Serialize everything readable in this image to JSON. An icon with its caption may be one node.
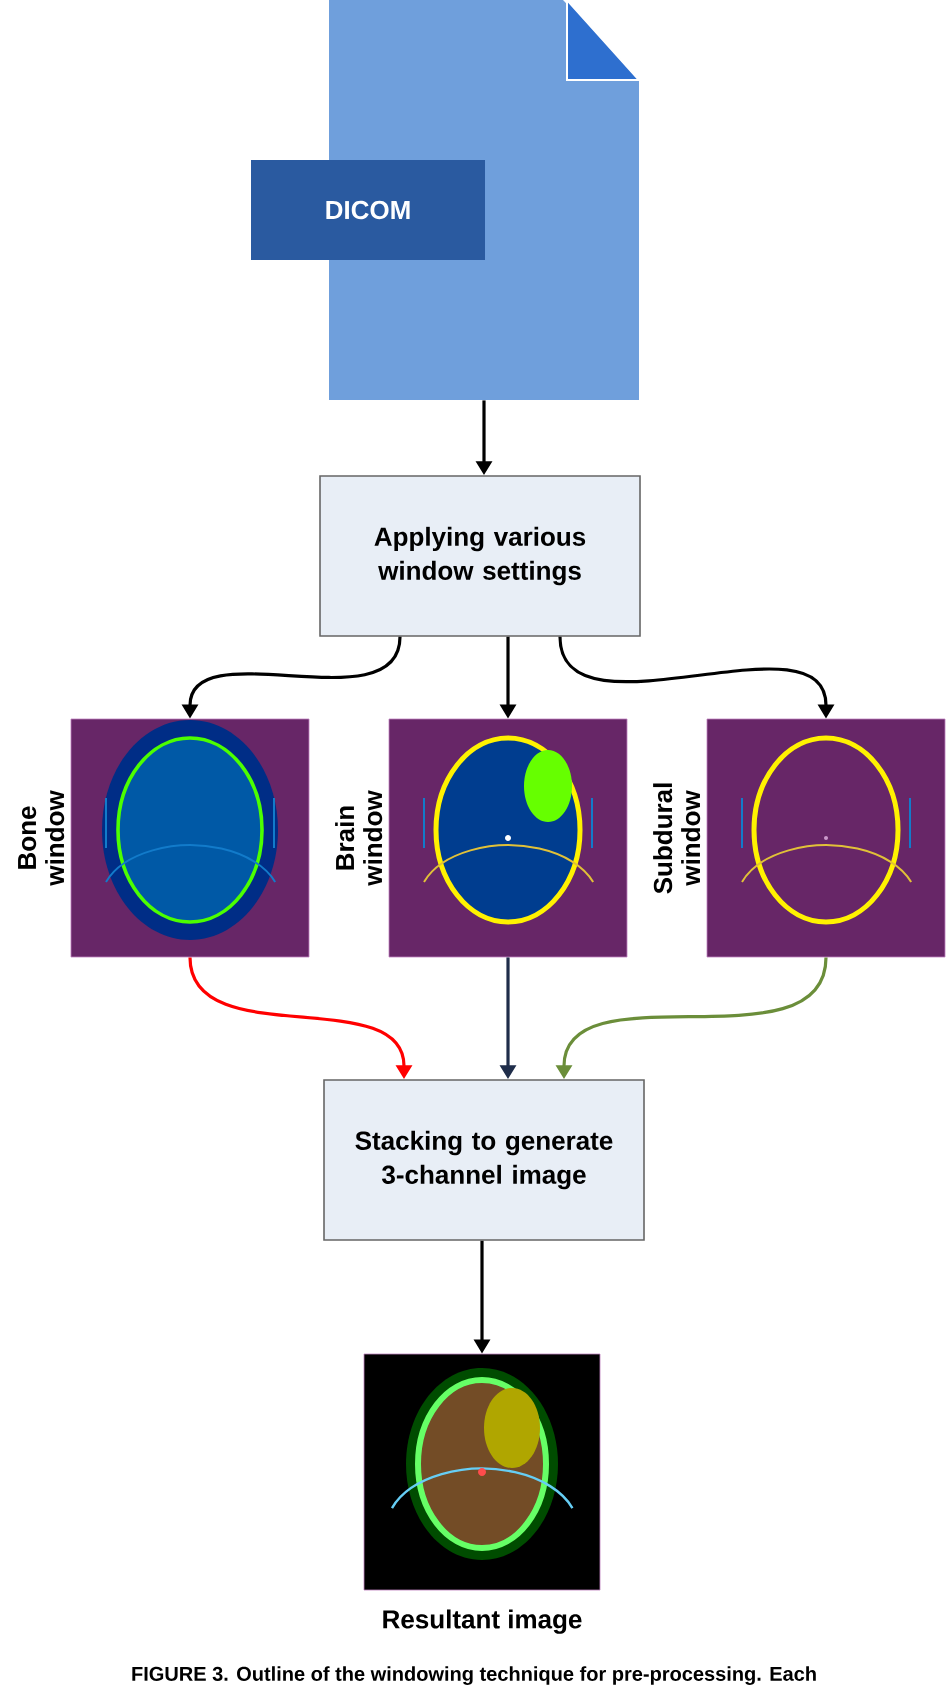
{
  "diagram": {
    "caption": "FIGURE 3. Outline of the windowing technique for pre-processing. Each",
    "nodes": [
      {
        "text": [
          "DICOM"
        ]
      },
      {
        "text": [
          "Applying various window settings"
        ]
      },
      {
        "text": [],
        "shape": "picture",
        "beside": [
          "Bone window"
        ]
      },
      {
        "text": [],
        "shape": "picture",
        "beside": [
          "Brain window"
        ]
      },
      {
        "text": [],
        "shape": "picture",
        "beside": [
          "Subdural window"
        ]
      },
      {
        "text": [
          "Stacking to generate 3-channel image"
        ]
      },
      {
        "text": [],
        "shape": "picture",
        "beside": [
          "Resultant image"
        ]
      }
    ],
    "edges": [
      {
        "from": 0,
        "to": 1,
        "arrow": "to"
      },
      {
        "from": 1,
        "to": 2,
        "arrow": "to"
      },
      {
        "from": 1,
        "to": 3,
        "arrow": "to"
      },
      {
        "from": 1,
        "to": 4,
        "arrow": "to"
      },
      {
        "from": 2,
        "to": 5,
        "arrow": "to",
        "color": "#ff0000"
      },
      {
        "from": 3,
        "to": 5,
        "arrow": "to",
        "color": "#1f2d4a"
      },
      {
        "from": 4,
        "to": 5,
        "arrow": "to",
        "color": "#6b8e3a"
      },
      {
        "from": 5,
        "to": 6,
        "arrow": "to"
      }
    ]
  }
}
